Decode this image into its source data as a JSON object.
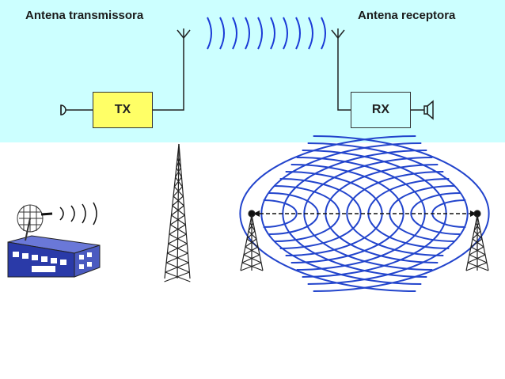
{
  "labels": {
    "tx_antenna": "Antena transmissora",
    "rx_antenna": "Antena receptora",
    "tx_box": "TX",
    "rx_box": "RX"
  },
  "colors": {
    "top_background": "#ccffff",
    "tx_fill": "#ffff66",
    "wave_blue": "#1b3bd6",
    "building_blue": "#2a3aa8"
  },
  "icons": [
    "microphone-icon",
    "speaker-icon",
    "antenna-icon",
    "radio-tower-icon",
    "building-icon",
    "dish-icon"
  ]
}
